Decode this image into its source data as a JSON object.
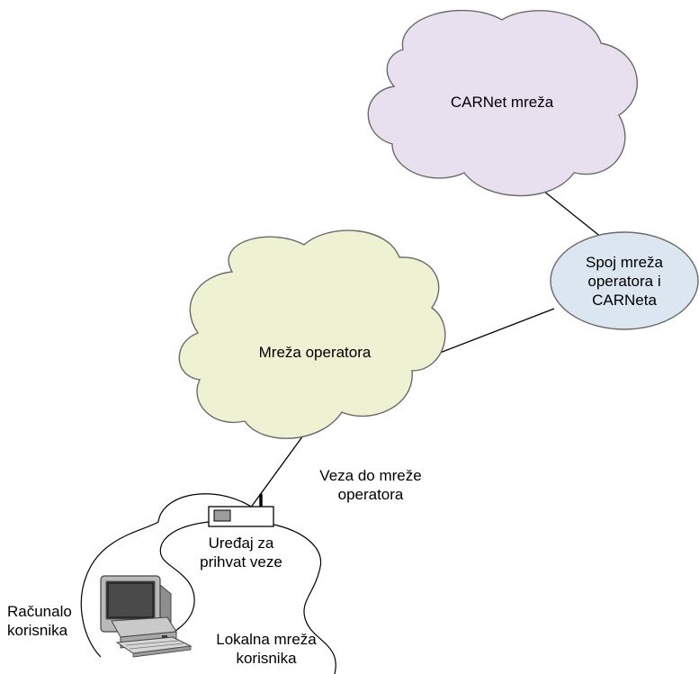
{
  "diagram": {
    "carnet_cloud": {
      "label": "CARNet mreža",
      "color": "#e8e0ee"
    },
    "operator_cloud": {
      "label": "Mreža operatora",
      "color": "#eef2d2"
    },
    "interconnect": {
      "line1": "Spoj mreža",
      "line2": "operatora i",
      "line3": "CARNeta",
      "color": "#dce6f0"
    },
    "connection_label": {
      "line1": "Veza do mreže",
      "line2": "operatora"
    },
    "device_label": {
      "line1": "Uređaj za",
      "line2": "prihvat veze"
    },
    "computer_label": {
      "line1": "Računalo",
      "line2": "korisnika"
    },
    "lan_label": {
      "line1": "Lokalna mreža",
      "line2": "korisnika"
    }
  }
}
